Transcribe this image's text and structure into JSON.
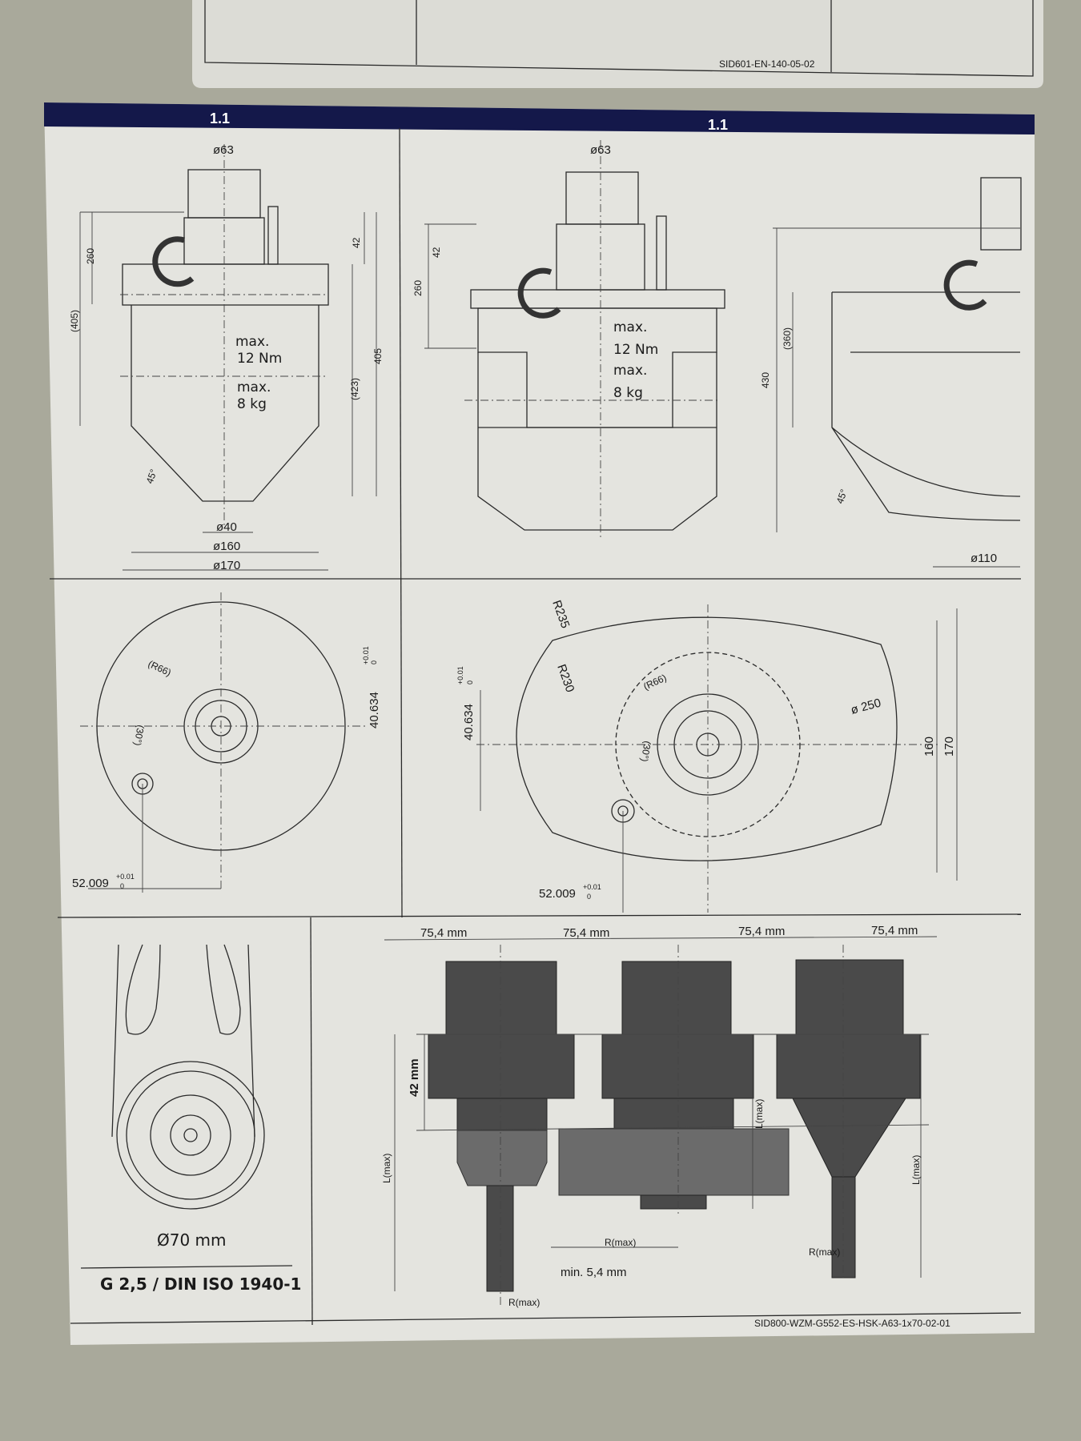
{
  "top_label": {
    "code": "SID601-EN-140-05-02"
  },
  "sheet": {
    "header_left": "1.1",
    "header_right": "1.1",
    "footer_code": "SID800-WZM-G552-ES-HSK-A63-1x70-02-01",
    "colors": {
      "header": "#14184a",
      "paper": "#e4e4df",
      "background": "#a9a99b"
    }
  },
  "panel_side_left": {
    "d63": "ø63",
    "h260": "260",
    "h405p": "(405)",
    "h42": "42",
    "max1": "max.",
    "torque": "12 Nm",
    "max2": "max.",
    "weight": "8 kg",
    "h423p": "(423)",
    "h405": "405",
    "angle": "45°",
    "d40": "ø40",
    "d160": "ø160",
    "d170": "ø170"
  },
  "panel_side_right": {
    "d63": "ø63",
    "h42": "42",
    "h260": "260",
    "max1": "max.",
    "torque": "12 Nm",
    "max2": "max.",
    "weight": "8 kg",
    "h360p": "(360)",
    "h430": "430",
    "angle": "45°",
    "d110": "ø110"
  },
  "panel_top_left": {
    "r66": "(R66)",
    "angle": "(30°)",
    "dim1": "40.634",
    "tol1_up": "+0.01",
    "tol1_lo": "0",
    "dim2": "52.009",
    "tol2_up": "+0.01",
    "tol2_lo": "0"
  },
  "panel_top_right": {
    "r235": "R235",
    "r230": "R230",
    "r66": "(R66)",
    "angle": "(30°)",
    "dim1": "40.634",
    "tol1_up": "+0.01",
    "tol1_lo": "0",
    "d250": "ø 250",
    "h160": "160",
    "h170": "170",
    "dim2": "52.009",
    "tol2_up": "+0.01",
    "tol2_lo": "0"
  },
  "panel_gripper": {
    "diameter": "Ø70 mm",
    "balance": "G 2,5 / DIN ISO 1940-1"
  },
  "panel_holders": {
    "spacing": [
      "75,4 mm",
      "75,4 mm",
      "75,4 mm",
      "75,4 mm"
    ],
    "h42": "42 mm",
    "lmax": [
      "L(max)",
      "L(max)",
      "L(max)"
    ],
    "rmax": [
      "R(max)",
      "R(max)",
      "R(max)"
    ],
    "min": "min. 5,4 mm"
  }
}
